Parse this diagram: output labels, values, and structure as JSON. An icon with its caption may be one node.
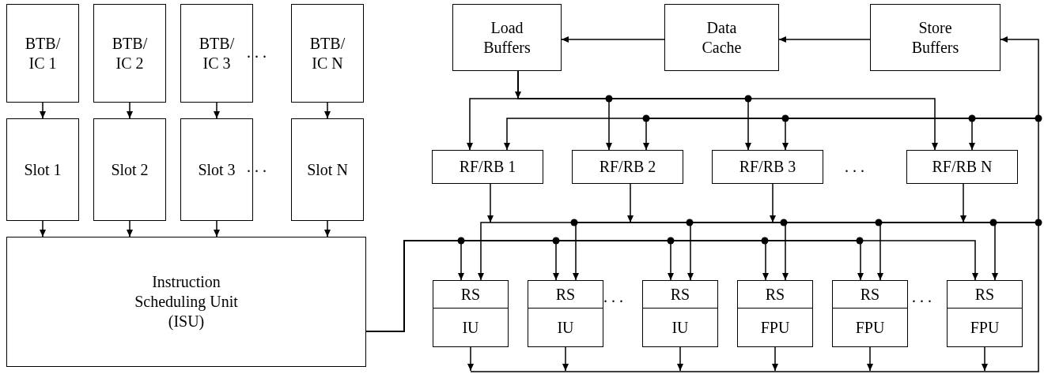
{
  "diagram": {
    "nodes": [
      {
        "text": [
          "BTB/ IC 1"
        ]
      },
      {
        "text": [
          "BTB/ IC 2"
        ]
      },
      {
        "text": [
          "BTB/ IC 3"
        ]
      },
      {
        "text": [
          "BTB/ IC N"
        ]
      },
      {
        "text": [
          "Slot 1"
        ]
      },
      {
        "text": [
          "Slot 2"
        ]
      },
      {
        "text": [
          "Slot 3"
        ]
      },
      {
        "text": [
          "Slot N"
        ]
      },
      {
        "text": [
          "Instruction Scheduling Unit (ISU)"
        ]
      },
      {
        "text": [
          "Load Buffers"
        ]
      },
      {
        "text": [
          "Data Cache"
        ]
      },
      {
        "text": [
          "Store Buffers"
        ]
      },
      {
        "text": [
          "RF/RB 1"
        ]
      },
      {
        "text": [
          "RF/RB 2"
        ]
      },
      {
        "text": [
          "RF/RB 3"
        ]
      },
      {
        "text": [
          "RF/RB N"
        ]
      },
      {
        "text": [
          "RS",
          "IU"
        ]
      },
      {
        "text": [
          "RS",
          "IU"
        ]
      },
      {
        "text": [
          "RS",
          "IU"
        ]
      },
      {
        "text": [
          "RS",
          "FPU"
        ]
      },
      {
        "text": [
          "RS",
          "FPU"
        ]
      },
      {
        "text": [
          "RS",
          "FPU"
        ]
      }
    ],
    "edges": [
      {
        "from": 0,
        "to": 4,
        "arrow": "to"
      },
      {
        "from": 1,
        "to": 5,
        "arrow": "to"
      },
      {
        "from": 2,
        "to": 6,
        "arrow": "to"
      },
      {
        "from": 3,
        "to": 7,
        "arrow": "to"
      },
      {
        "from": 4,
        "to": 8,
        "arrow": "to"
      },
      {
        "from": 5,
        "to": 8,
        "arrow": "to"
      },
      {
        "from": 6,
        "to": 8,
        "arrow": "to"
      },
      {
        "from": 7,
        "to": 8,
        "arrow": "to"
      },
      {
        "from": 11,
        "to": 10,
        "arrow": "to"
      },
      {
        "from": 10,
        "to": 9,
        "arrow": "to"
      },
      {
        "from": 9,
        "to": 12,
        "arrow": "to"
      },
      {
        "from": 9,
        "to": 13,
        "arrow": "to"
      },
      {
        "from": 9,
        "to": 14,
        "arrow": "to"
      },
      {
        "from": 9,
        "to": 15,
        "arrow": "to"
      },
      {
        "from": null,
        "to": 12,
        "arrow": "to"
      },
      {
        "from": null,
        "to": 13,
        "arrow": "to"
      },
      {
        "from": null,
        "to": 14,
        "arrow": "to"
      },
      {
        "from": null,
        "to": 15,
        "arrow": "to"
      },
      {
        "from": 12,
        "to": null,
        "arrow": "to"
      },
      {
        "from": 13,
        "to": null,
        "arrow": "to"
      },
      {
        "from": 14,
        "to": null,
        "arrow": "to"
      },
      {
        "from": 15,
        "to": null,
        "arrow": "to"
      },
      {
        "from": null,
        "to": 16,
        "arrow": "to"
      },
      {
        "from": null,
        "to": 17,
        "arrow": "to"
      },
      {
        "from": null,
        "to": 18,
        "arrow": "to"
      },
      {
        "from": null,
        "to": 19,
        "arrow": "to"
      },
      {
        "from": null,
        "to": 20,
        "arrow": "to"
      },
      {
        "from": null,
        "to": 21,
        "arrow": "to"
      },
      {
        "from": 8,
        "to": 16,
        "arrow": "to"
      },
      {
        "from": 8,
        "to": 17,
        "arrow": "to"
      },
      {
        "from": 8,
        "to": 18,
        "arrow": "to"
      },
      {
        "from": 8,
        "to": 19,
        "arrow": "to"
      },
      {
        "from": 8,
        "to": 20,
        "arrow": "to"
      },
      {
        "from": 8,
        "to": 21,
        "arrow": "to"
      },
      {
        "from": 16,
        "to": null,
        "arrow": "to"
      },
      {
        "from": 17,
        "to": null,
        "arrow": "to"
      },
      {
        "from": 18,
        "to": null,
        "arrow": "to"
      },
      {
        "from": 19,
        "to": null,
        "arrow": "to"
      },
      {
        "from": 20,
        "to": null,
        "arrow": "to"
      },
      {
        "from": 21,
        "to": null,
        "arrow": "to"
      },
      {
        "from": null,
        "to": 11,
        "arrow": "to"
      }
    ],
    "labels": [
      ". . .",
      ". . .",
      ". . .",
      ". . .",
      ". . ."
    ]
  }
}
